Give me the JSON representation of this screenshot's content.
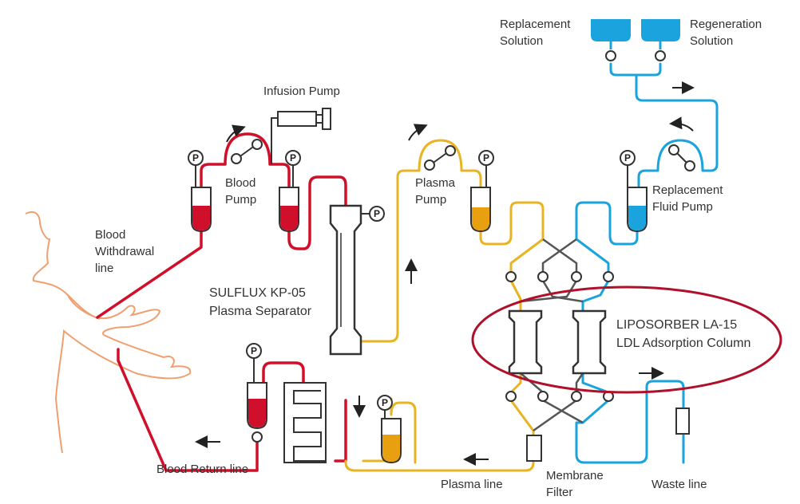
{
  "title": "LDL Apheresis Circuit (Liposorber System)",
  "colors": {
    "blood": "#d0102a",
    "plasma": "#e8b424",
    "replacement": "#1aa3dd",
    "device": "#333333",
    "body_outline": "#f0a070",
    "highlight_ellipse": "#b0102a"
  },
  "labels": {
    "replacement_solution": "Replacement\nSolution",
    "regeneration_solution": "Regeneration\nSolution",
    "infusion_pump": "Infusion Pump",
    "blood_pump": "Blood\nPump",
    "plasma_pump": "Plasma\nPump",
    "replacement_fluid_pump": "Replacement\nFluid Pump",
    "blood_withdrawal_line": "Blood\nWithdrawal\nline",
    "plasma_separator": "SULFLUX KP-05\nPlasma Separator",
    "adsorption_column": "LIPOSORBER LA-15\nLDL Adsorption Column",
    "blood_return_line": "Blood Return line",
    "plasma_line": "Plasma line",
    "membrane_filter": "Membrane\nFilter",
    "waste_line": "Waste line"
  },
  "pressure_gauge_symbol": "P"
}
